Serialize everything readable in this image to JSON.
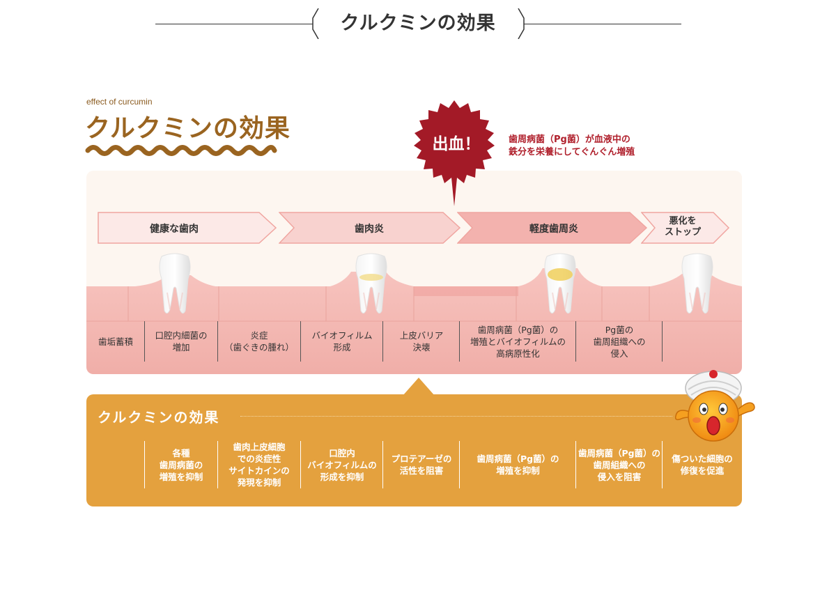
{
  "header": {
    "title": "クルクミンの効果"
  },
  "section": {
    "eyebrow": "effect of curcumin",
    "title": "クルクミンの効果"
  },
  "burst": {
    "label": "出血！",
    "note_line1": "歯周病菌（Pg菌）が血液中の",
    "note_line2": "鉄分を栄養にしてぐんぐん増殖"
  },
  "stages": [
    {
      "label": "健康な歯肉"
    },
    {
      "label": "歯肉炎"
    },
    {
      "label": "軽度歯周炎"
    },
    {
      "line1": "悪化を",
      "line2": "ストップ"
    }
  ],
  "table": [
    {
      "lines": [
        "歯垢蓄積"
      ]
    },
    {
      "lines": [
        "口腔内細菌の",
        "増加"
      ]
    },
    {
      "lines": [
        "炎症",
        "（歯ぐきの腫れ）"
      ]
    },
    {
      "lines": [
        "バイオフィルム",
        "形成"
      ]
    },
    {
      "lines": [
        "上皮バリア",
        "決壊"
      ]
    },
    {
      "lines": [
        "歯周病菌（Pg菌）の",
        "増殖とバイオフィルムの",
        "高病原性化"
      ]
    },
    {
      "lines": [
        "Pg菌の",
        "歯周組織への",
        "侵入"
      ]
    }
  ],
  "effects": {
    "title": "クルクミンの効果",
    "items": [
      {
        "lines": [
          "各種",
          "歯周病菌の",
          "増殖を抑制"
        ]
      },
      {
        "lines": [
          "歯肉上皮細胞",
          "での炎症性",
          "サイトカインの",
          "発現を抑制"
        ]
      },
      {
        "lines": [
          "口腔内",
          "バイオフィルムの",
          "形成を抑制"
        ]
      },
      {
        "lines": [
          "プロテアーゼの",
          "活性を阻害"
        ]
      },
      {
        "lines": [
          "歯周病菌（Pg菌）の",
          "増殖を抑制"
        ]
      },
      {
        "lines": [
          "歯周病菌（Pg菌）の",
          "歯周組織への",
          "侵入を阻害"
        ]
      },
      {
        "lines": [
          "傷ついた細胞の",
          "修復を促進"
        ]
      }
    ]
  },
  "colors": {
    "brand_brown": "#9a6420",
    "burst_red": "#a31a27",
    "gum_pink": "#f2b3ad",
    "effect_orange": "#e4a13e"
  }
}
